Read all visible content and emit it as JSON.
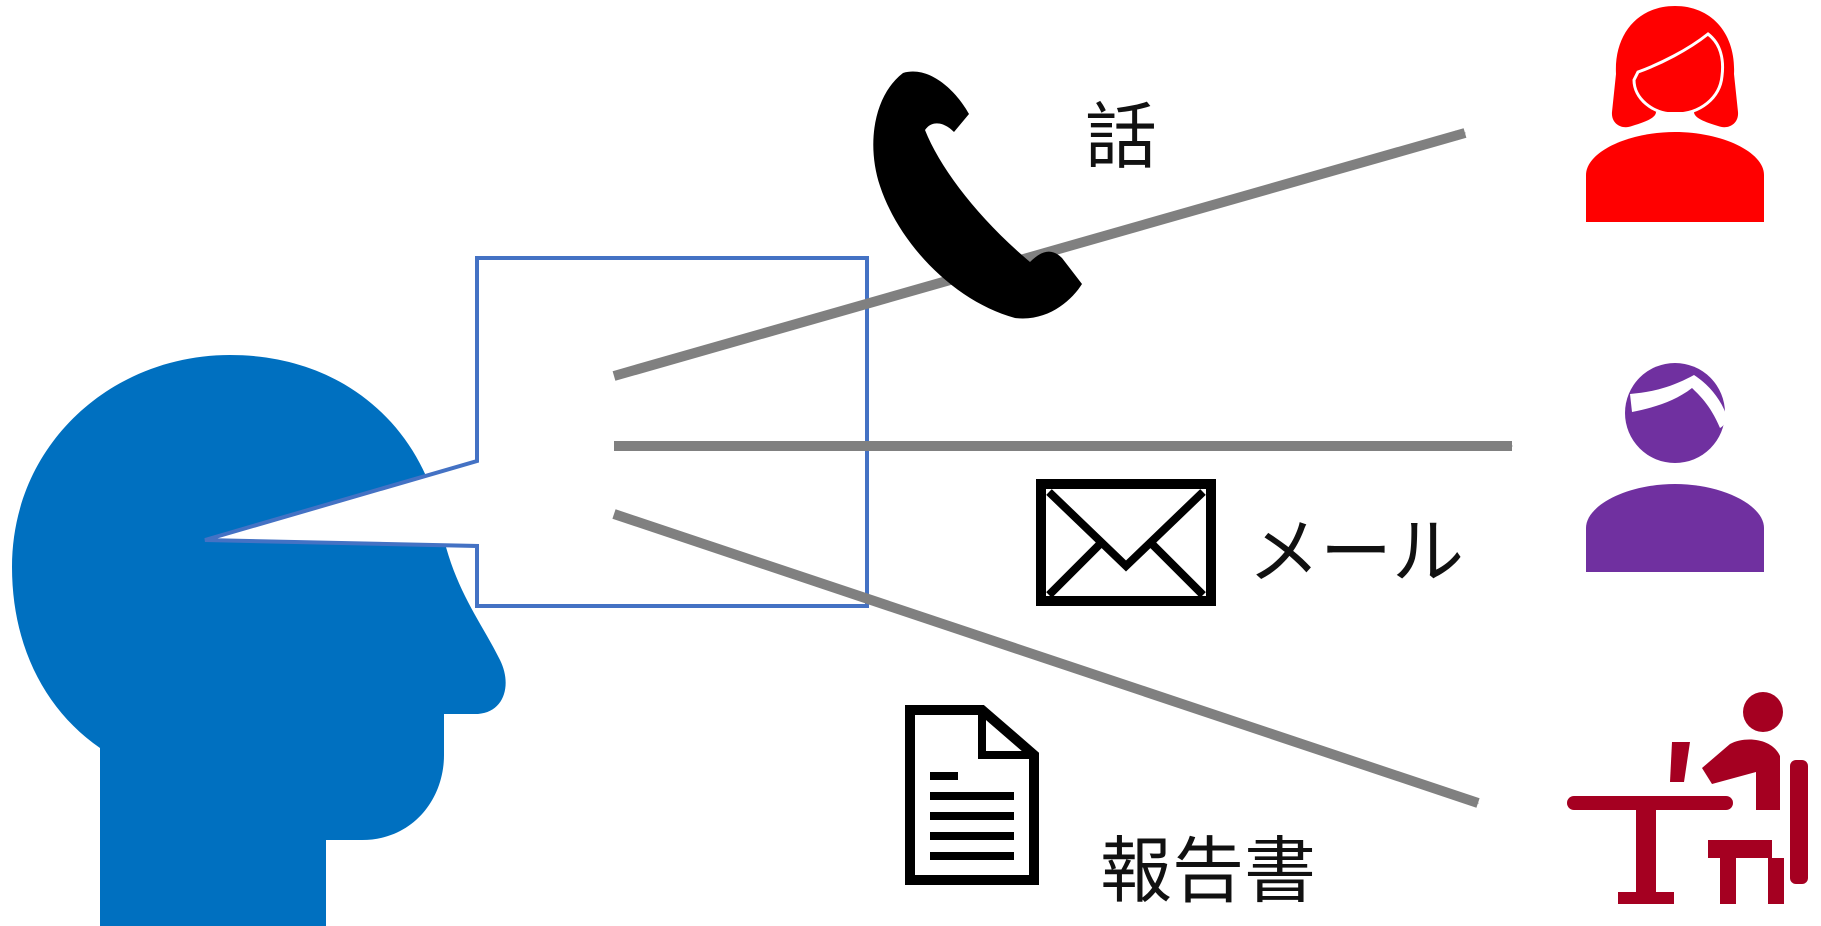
{
  "labels": {
    "phone": "話",
    "email": "メール",
    "report": "報告書"
  },
  "icons": {
    "speaker": "speaker-head-icon",
    "speech": "speech-bubble-icon",
    "phone": "phone-handset-icon",
    "email": "envelope-icon",
    "report": "document-icon",
    "woman": "woman-icon",
    "person": "person-icon",
    "worker": "desk-worker-icon"
  },
  "colors": {
    "head": "#0070C0",
    "bubble_stroke": "#4472C4",
    "arrow": "#808080",
    "woman": "#FF0000",
    "person": "#7030A0",
    "worker": "#A50021",
    "icon": "#000000"
  }
}
